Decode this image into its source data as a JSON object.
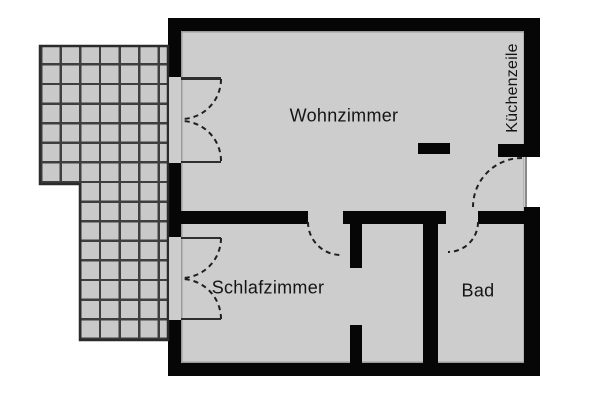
{
  "diagram": {
    "type": "floor-plan",
    "rooms": [
      {
        "id": "wohnzimmer",
        "label": "Wohnzimmer"
      },
      {
        "id": "schlafzimmer",
        "label": "Schlafzimmer"
      },
      {
        "id": "bad",
        "label": "Bad"
      },
      {
        "id": "kuechenzeile",
        "label": "Küchenzeile"
      }
    ],
    "features": [
      "tiled-terrace",
      "double-french-door-wohnzimmer",
      "double-french-door-schlafzimmer",
      "interior-door-schlafzimmer",
      "interior-door-bad",
      "entrance-door-right-wall",
      "kitchen-stub-wall",
      "free-standing-column"
    ]
  },
  "colors": {
    "background": "#ffffff",
    "wall": "#060606",
    "floor": "#cdcdcd",
    "tile": "#c9c9c9",
    "grout": "#3e3e3e",
    "label": "#141414",
    "door_arc": "#1f1f1f"
  }
}
